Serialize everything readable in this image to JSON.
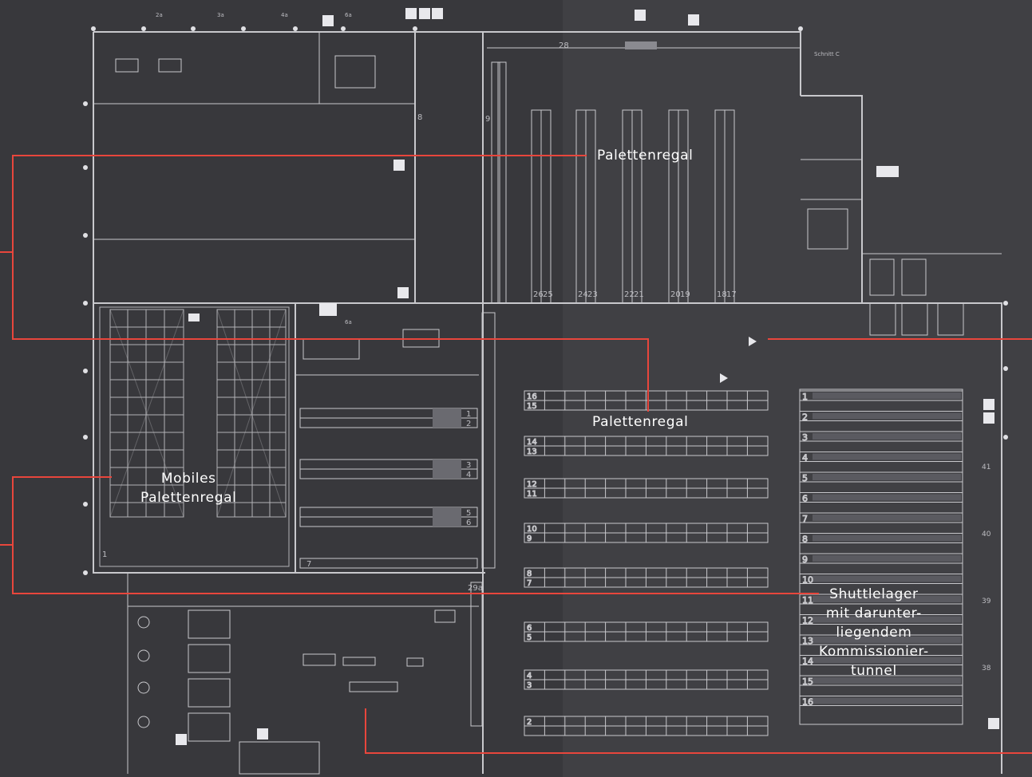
{
  "annotations": {
    "palettenregal_top": "Palettenregal",
    "palettenregal_mid": "Palettenregal",
    "mobiles": "Mobiles\nPalettenregal",
    "shuttle": "Shuttlelager\nmit darunter-\nliegendem\nKommissionier-\ntunnel"
  },
  "plan_labels": {
    "axis_top": [
      "2a",
      "3a",
      "4a",
      "6a"
    ],
    "schnitt": "Schnitt C",
    "aisle_28": "28",
    "aisle_9": "9",
    "aisle_8": "8",
    "zone_6a": "6a",
    "aisle_29a": "29a",
    "rack_pairs_mid": [
      "16",
      "15",
      "14",
      "13",
      "12",
      "11",
      "10",
      "9",
      "8",
      "7",
      "6",
      "5",
      "4",
      "3",
      "2"
    ],
    "rack_pairs_left": [
      "1",
      "2",
      "3",
      "4",
      "5",
      "6",
      "7"
    ],
    "shuttle_rows": [
      "1",
      "2",
      "3",
      "4",
      "5",
      "6",
      "7",
      "8",
      "9",
      "10",
      "11",
      "12",
      "13",
      "14",
      "15",
      "16"
    ],
    "right_axis": [
      "41",
      "40",
      "39",
      "38"
    ],
    "top_racks": [
      "26",
      "25",
      "24",
      "23",
      "22",
      "21",
      "20",
      "19",
      "18",
      "17"
    ],
    "mobile_1": "1"
  },
  "colors": {
    "background": "#38383c",
    "lines": "#c8c8cc",
    "leader": "#e8463c"
  }
}
